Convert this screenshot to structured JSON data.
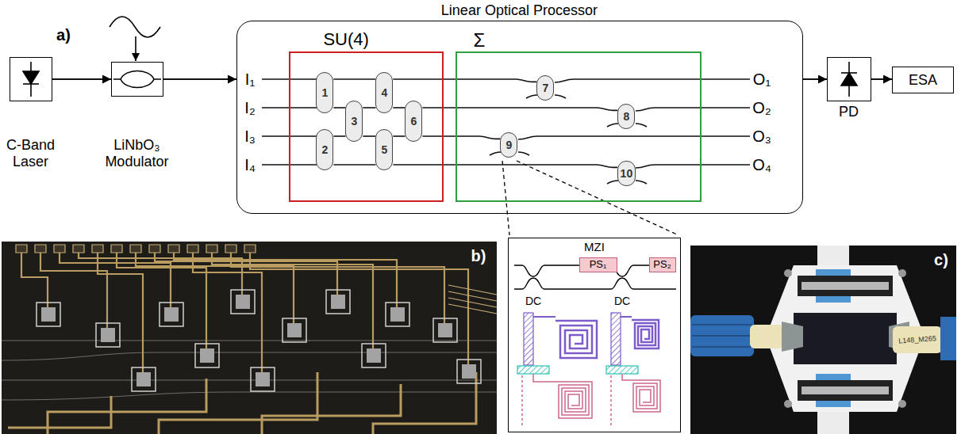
{
  "diagram": {
    "nodes": [
      {
        "text": [
          "C-Band Laser"
        ]
      },
      {
        "text": [
          "LiNbO₃ Modulator"
        ]
      },
      {
        "text": [
          "Linear Optical Processor"
        ]
      },
      {
        "text": [
          "SU(4)"
        ],
        "in": 2
      },
      {
        "text": [
          "1"
        ],
        "in": 3
      },
      {
        "text": [
          "2"
        ],
        "in": 3
      },
      {
        "text": [
          "3"
        ],
        "in": 3
      },
      {
        "text": [
          "4"
        ],
        "in": 3
      },
      {
        "text": [
          "5"
        ],
        "in": 3
      },
      {
        "text": [
          "6"
        ],
        "in": 3
      },
      {
        "text": [
          "Σ"
        ],
        "in": 2
      },
      {
        "text": [
          "7"
        ],
        "in": 10
      },
      {
        "text": [
          "8"
        ],
        "in": 10
      },
      {
        "text": [
          "9"
        ],
        "in": 10
      },
      {
        "text": [
          "10"
        ],
        "in": 10
      },
      {
        "text": [
          "PD"
        ]
      },
      {
        "text": [
          "ESA"
        ]
      },
      {
        "text": [
          "MZI"
        ]
      },
      {
        "text": [
          "PS₁"
        ],
        "in": 17
      },
      {
        "text": [
          "PS₂"
        ],
        "in": 17
      }
    ],
    "edges": [
      {
        "from": 0,
        "to": 1,
        "arrow": "to"
      },
      {
        "from": 1,
        "to": 2,
        "arrow": "to"
      },
      {
        "from": 2,
        "to": 15,
        "arrow": "to"
      },
      {
        "from": 15,
        "to": 16,
        "arrow": "to"
      },
      {
        "from": 4,
        "to": 7,
        "arrow": "none"
      },
      {
        "from": 4,
        "to": 6,
        "arrow": "none"
      },
      {
        "from": 5,
        "to": 6,
        "arrow": "none"
      },
      {
        "from": 5,
        "to": 8,
        "arrow": "none"
      },
      {
        "from": 6,
        "to": 7,
        "arrow": "none"
      },
      {
        "from": 6,
        "to": 8,
        "arrow": "none"
      },
      {
        "from": 7,
        "to": 9,
        "arrow": "none"
      },
      {
        "from": 8,
        "to": 9,
        "arrow": "none"
      },
      {
        "from": 7,
        "to": 11,
        "arrow": "none"
      },
      {
        "from": 9,
        "to": 12,
        "arrow": "none"
      },
      {
        "from": 9,
        "to": 13,
        "arrow": "none"
      },
      {
        "from": 8,
        "to": 14,
        "arrow": "none"
      }
    ],
    "labels": [
      "a)",
      "I₁",
      "I₂",
      "I₃",
      "I₄",
      "O₁",
      "O₂",
      "O₃",
      "O₄",
      "DC",
      "DC",
      "b)",
      "c)",
      "L148_M265"
    ]
  }
}
